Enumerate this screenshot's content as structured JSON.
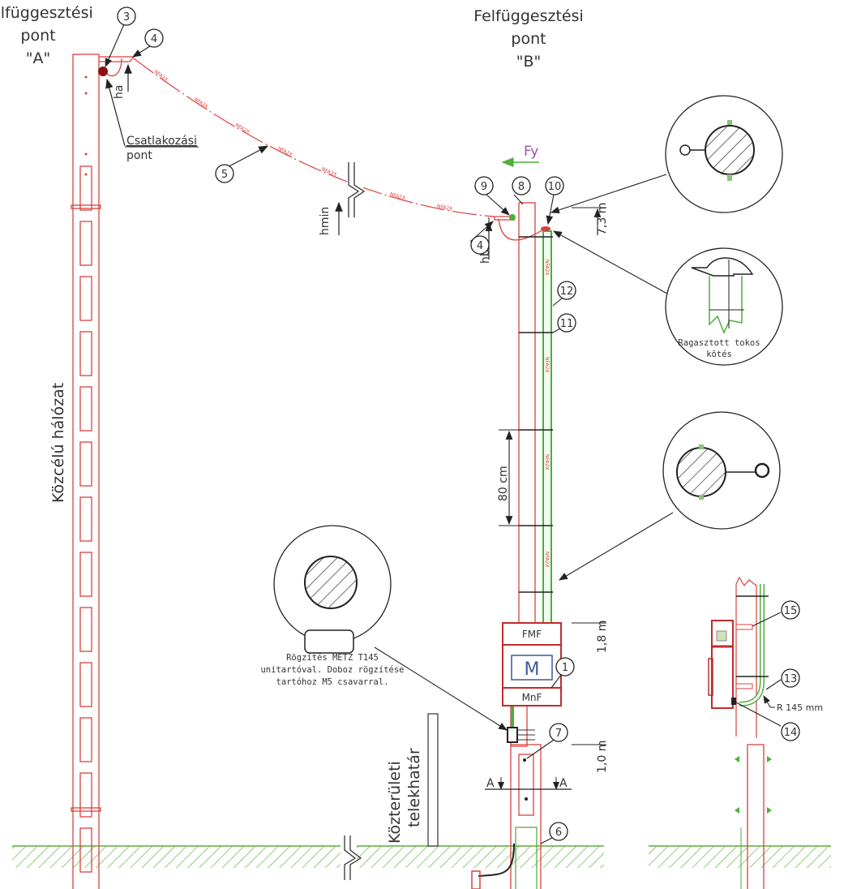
{
  "labels": {
    "point_a": [
      "Felfüggesztési",
      "pont",
      "\"A\""
    ],
    "point_b": [
      "Felfüggesztési",
      "pont",
      "\"B\""
    ],
    "connection_point": [
      "Csatlakozási",
      "pont"
    ],
    "public_network": "Közcélú hálózat",
    "force": "Fy",
    "ha": "ha",
    "hb": "hb",
    "hmin": "hmin",
    "dim_top": "7,3 m",
    "dim_spacing": "80 cm",
    "dim_box": "1,8 m",
    "dim_bottom": "1,0 m",
    "property_line": [
      "Közterületi",
      "telekhatár"
    ],
    "box_top": "FMF",
    "box_meter": "M",
    "box_bottom": "MnF",
    "section": "A",
    "detail_glued": [
      "Ragasztott tokos",
      "kötés"
    ],
    "detail_mount": [
      "Rögzítés METZ T145",
      "unitartóval. Doboz rögzítése",
      "tartóhoz M5 csavarral."
    ],
    "radius": "R 145 mm",
    "cable": "NFA2X"
  },
  "callouts": [
    "1",
    "3",
    "4",
    "4",
    "5",
    "6",
    "7",
    "8",
    "9",
    "10",
    "11",
    "12",
    "13",
    "14",
    "15"
  ],
  "colors": {
    "pole": "#d9413f",
    "ground": "#5aae3c",
    "conduit": "#4caf3a",
    "force": "#a050b0",
    "meter": "#3a5a9a",
    "line": "#222222"
  }
}
